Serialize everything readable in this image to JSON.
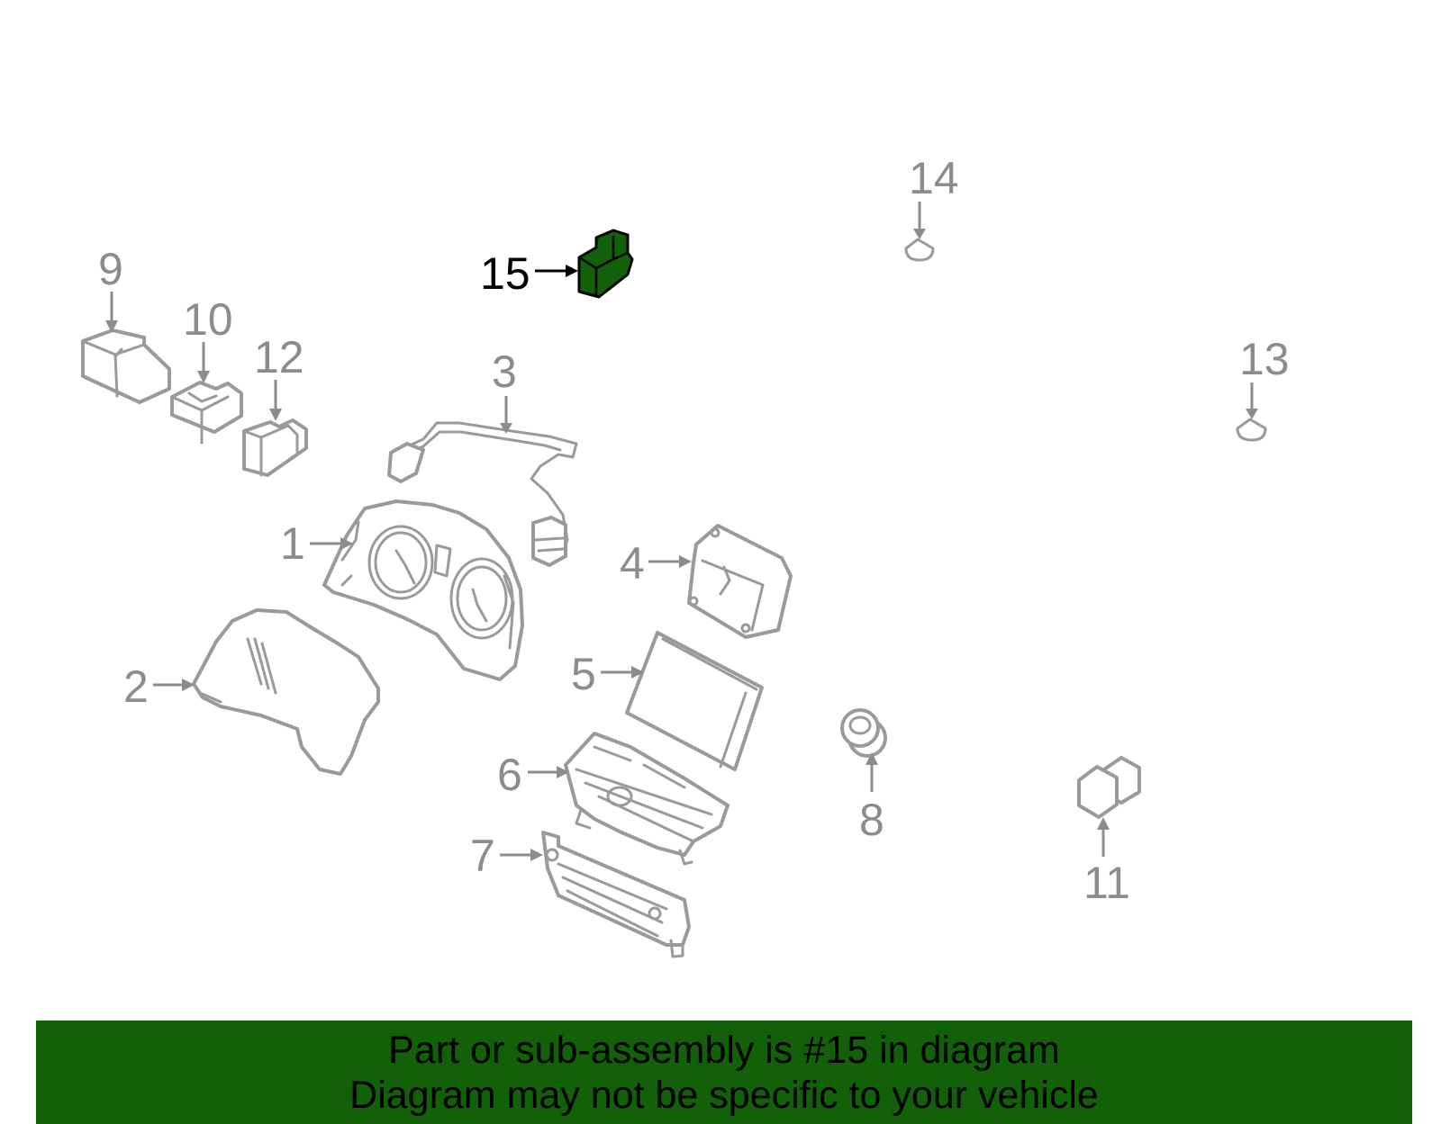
{
  "diagram": {
    "callouts": [
      "1",
      "2",
      "3",
      "4",
      "5",
      "6",
      "7",
      "8",
      "9",
      "10",
      "11",
      "12",
      "13",
      "14",
      "15"
    ],
    "highlighted_part": "15",
    "highlight_color": "#126108",
    "part_color": "#9a9a9a"
  },
  "footer": {
    "line1": "Part or sub-assembly is #15 in diagram",
    "line2": "Diagram may not be specific to your vehicle",
    "background": "#126108"
  }
}
